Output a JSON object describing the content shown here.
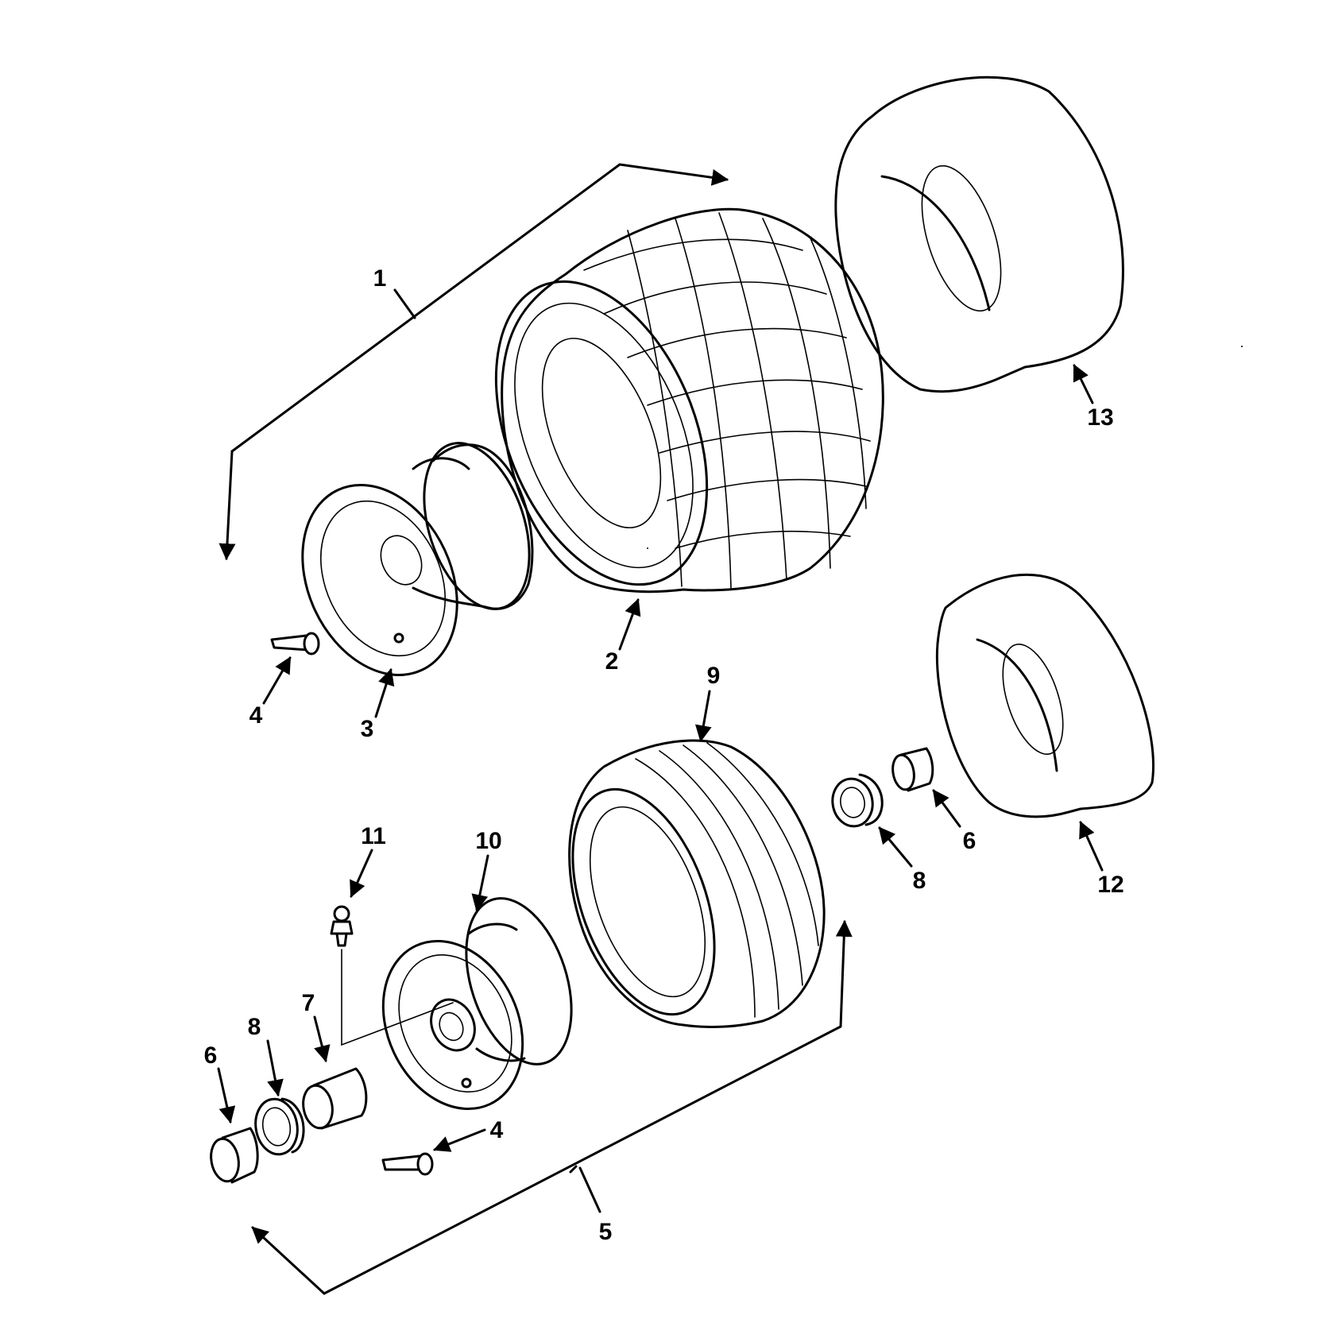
{
  "callouts": {
    "c1": "1",
    "c2": "2",
    "c3": "3",
    "c4a": "4",
    "c4b": "4",
    "c5": "5",
    "c6a": "6",
    "c6b": "6",
    "c7": "7",
    "c8a": "8",
    "c8b": "8",
    "c9": "9",
    "c10": "10",
    "c11": "11",
    "c12": "12",
    "c13": "13"
  }
}
